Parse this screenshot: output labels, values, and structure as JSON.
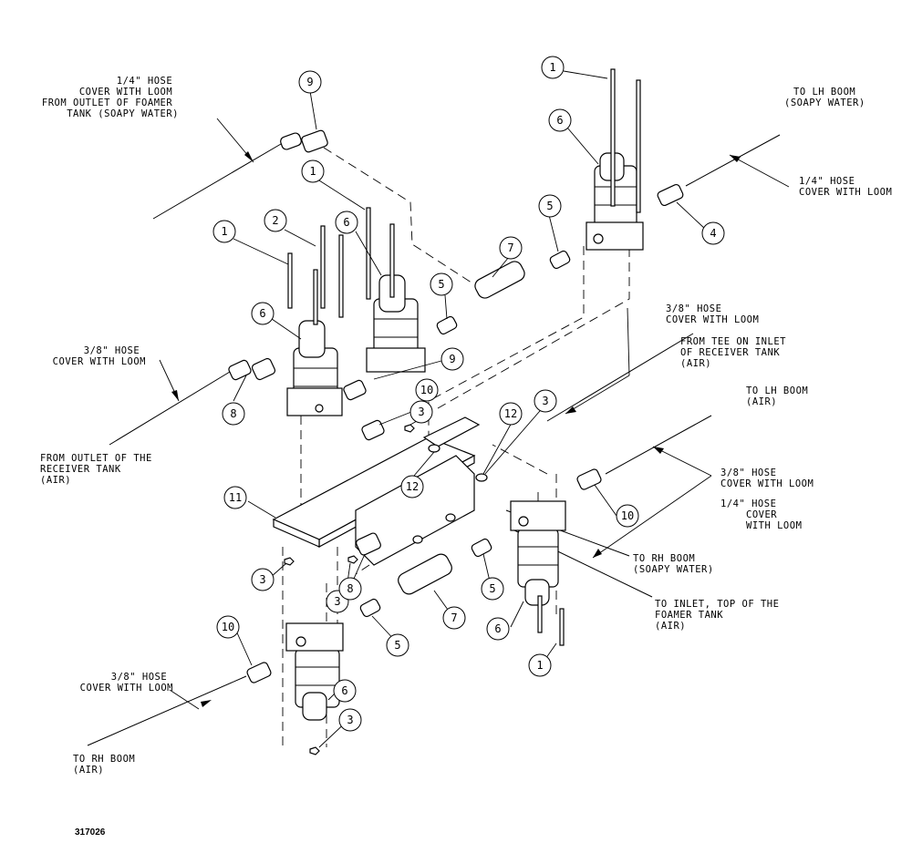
{
  "figure_number": "317026",
  "notes": {
    "hose_quarter_top": [
      "1/4\" HOSE",
      "COVER WITH LOOM",
      "FROM OUTLET OF FOAMER",
      "TANK (SOAPY WATER)"
    ],
    "to_lh_boom_soapy": [
      "TO LH BOOM",
      "(SOAPY WATER)"
    ],
    "hose_quarter_right": [
      "1/4\" HOSE",
      "COVER WITH LOOM"
    ],
    "hose_38_mid": [
      "3/8\" HOSE",
      "COVER WITH LOOM"
    ],
    "from_tee_receiver": [
      "FROM TEE ON INLET",
      "OF RECEIVER TANK",
      "(AIR)"
    ],
    "hose_38_left": [
      "3/8\" HOSE",
      "COVER WITH LOOM"
    ],
    "from_outlet_receiver": [
      "FROM OUTLET OF THE",
      "RECEIVER TANK",
      "(AIR)"
    ],
    "to_lh_boom_air": [
      "TO LH BOOM",
      "(AIR)"
    ],
    "hose_38_right": [
      "3/8\" HOSE",
      "COVER WITH LOOM"
    ],
    "hose_quarter_right2": [
      "1/4\" HOSE",
      "COVER",
      "WITH LOOM"
    ],
    "to_rh_boom_soapy": [
      "TO RH BOOM",
      "(SOAPY WATER)"
    ],
    "to_inlet_foamer": [
      "TO INLET, TOP OF THE",
      "FOAMER TANK",
      "(AIR)"
    ],
    "hose_38_bottom": [
      "3/8\" HOSE",
      "COVER WITH LOOM"
    ],
    "to_rh_boom_air": [
      "TO RH BOOM",
      "(AIR)"
    ]
  },
  "callouts": [
    {
      "label": "1"
    },
    {
      "label": "9"
    },
    {
      "label": "6"
    },
    {
      "label": "1"
    },
    {
      "label": "5"
    },
    {
      "label": "7"
    },
    {
      "label": "4"
    },
    {
      "label": "1"
    },
    {
      "label": "2"
    },
    {
      "label": "6"
    },
    {
      "label": "5"
    },
    {
      "label": "6"
    },
    {
      "label": "9"
    },
    {
      "label": "8"
    },
    {
      "label": "10"
    },
    {
      "label": "3"
    },
    {
      "label": "12"
    },
    {
      "label": "3"
    },
    {
      "label": "12"
    },
    {
      "label": "11"
    },
    {
      "label": "10"
    },
    {
      "label": "3"
    },
    {
      "label": "3"
    },
    {
      "label": "8"
    },
    {
      "label": "5"
    },
    {
      "label": "7"
    },
    {
      "label": "5"
    },
    {
      "label": "6"
    },
    {
      "label": "10"
    },
    {
      "label": "1"
    },
    {
      "label": "6"
    },
    {
      "label": "3"
    }
  ]
}
